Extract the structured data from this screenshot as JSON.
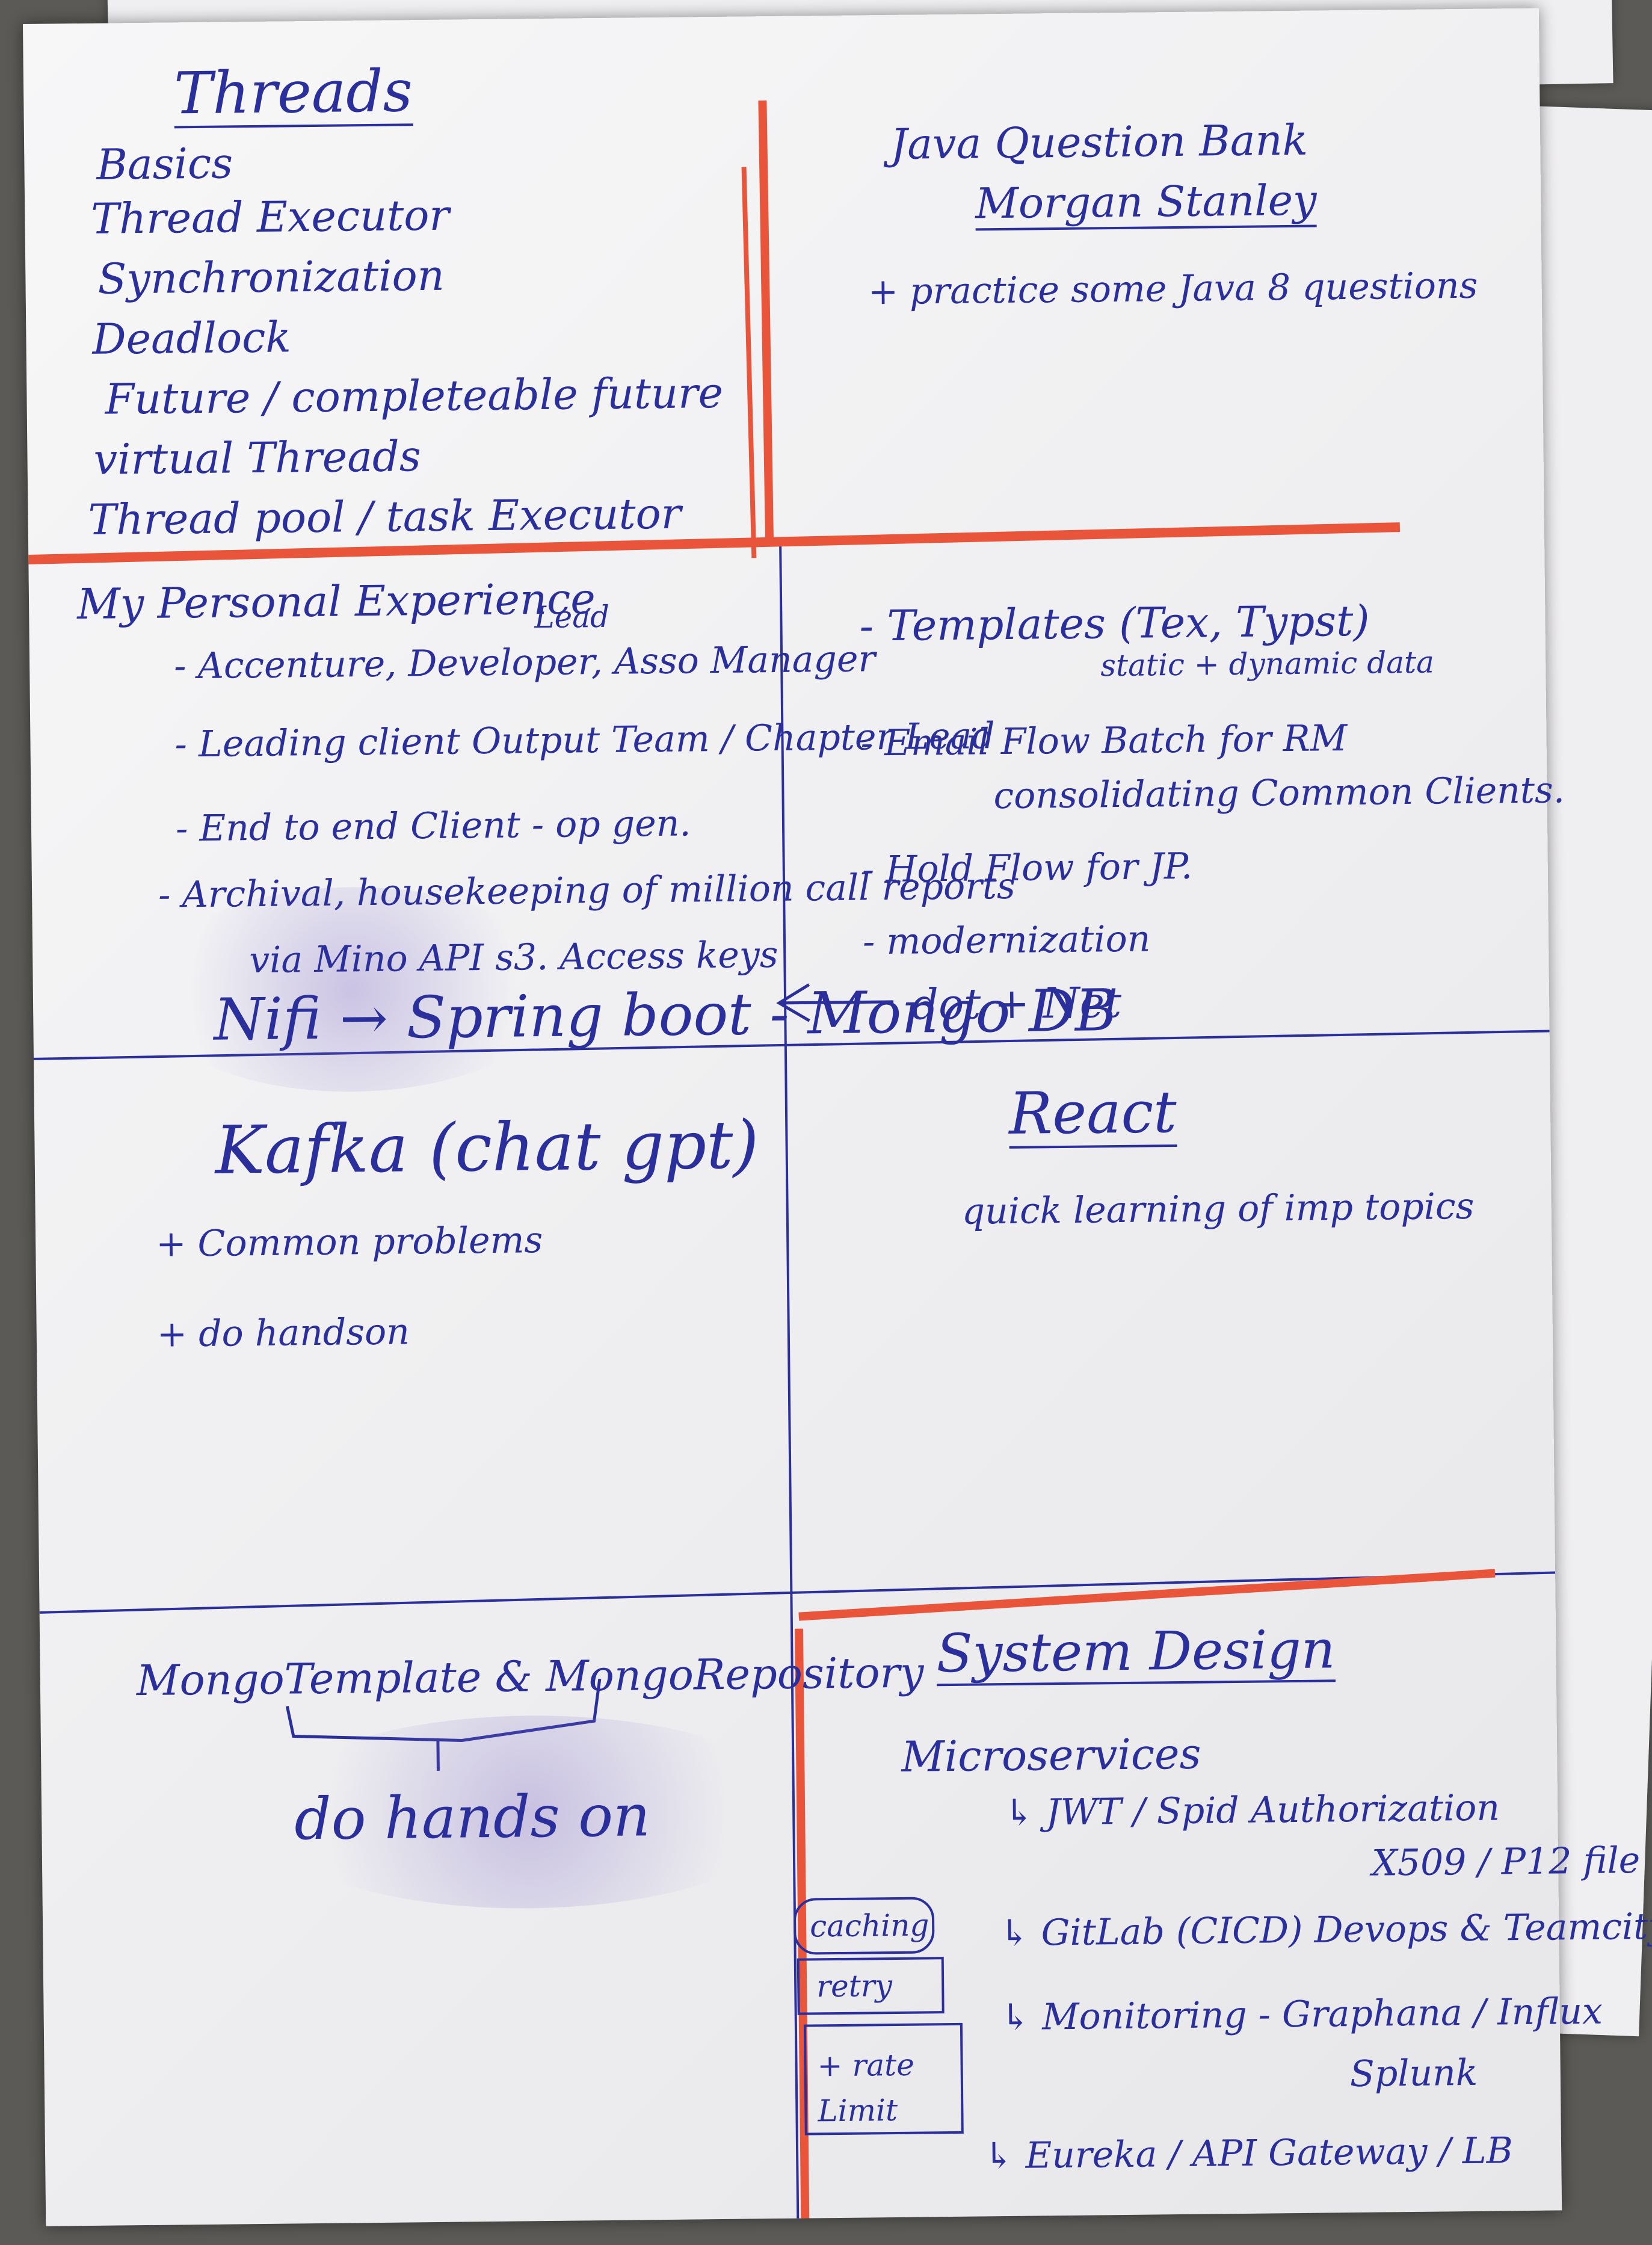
{
  "quadrants": {
    "threads": {
      "title": "Threads",
      "items": [
        "Basics",
        "Thread Executor",
        "Synchronization",
        "Deadlock",
        "Future / completeable future",
        "virtual Threads",
        "Thread pool / task Executor"
      ]
    },
    "java_bank": {
      "title": "Java Question Bank",
      "subtitle": "Morgan Stanley",
      "note": "+ practice some Java 8 questions"
    },
    "experience": {
      "title": "My Personal Experience",
      "items": [
        "- Accenture, Developer, Asso Manager",
        "- Leading client Output Team / Chapter Lead",
        "- End to end Client - op gen.",
        "- Archival, housekeeping of million call reports",
        "via Mino API s3. Access keys",
        "Nifi → Spring boot - Mongo DB"
      ],
      "lead_note": "Lead"
    },
    "templates": {
      "items": [
        "- Templates (Tex, Typst)",
        "static + dynamic data",
        "- Email Flow Batch for RM",
        "consolidating Common Clients.",
        "- Hold Flow for JP.",
        "- modernization",
        "dot + Net"
      ]
    },
    "kafka": {
      "title": "Kafka (chat gpt)",
      "items": [
        "+ Common problems",
        "+ do handson"
      ]
    },
    "react": {
      "title": "React",
      "note": "quick learning of imp topics"
    },
    "mongo": {
      "title": "MongoTemplate & MongoRepository",
      "note": "do hands on"
    },
    "system_design": {
      "title": "System Design",
      "sub": "Microservices",
      "items": [
        "↳ JWT / Spid Authorization",
        "X509 / P12 file",
        "↳ GitLab (CICD) Devops & Teamcity",
        "↳ Monitoring - Graphana / Influx",
        "Splunk",
        "↳ Eureka / API Gateway / LB"
      ],
      "side_boxes": [
        "caching",
        "retry",
        "+ rate Limit"
      ]
    }
  },
  "colors": {
    "ink": "#2b2f9b",
    "marker": "#e8553a",
    "paper": "#f4f4f6",
    "background": "#5b5a57"
  }
}
